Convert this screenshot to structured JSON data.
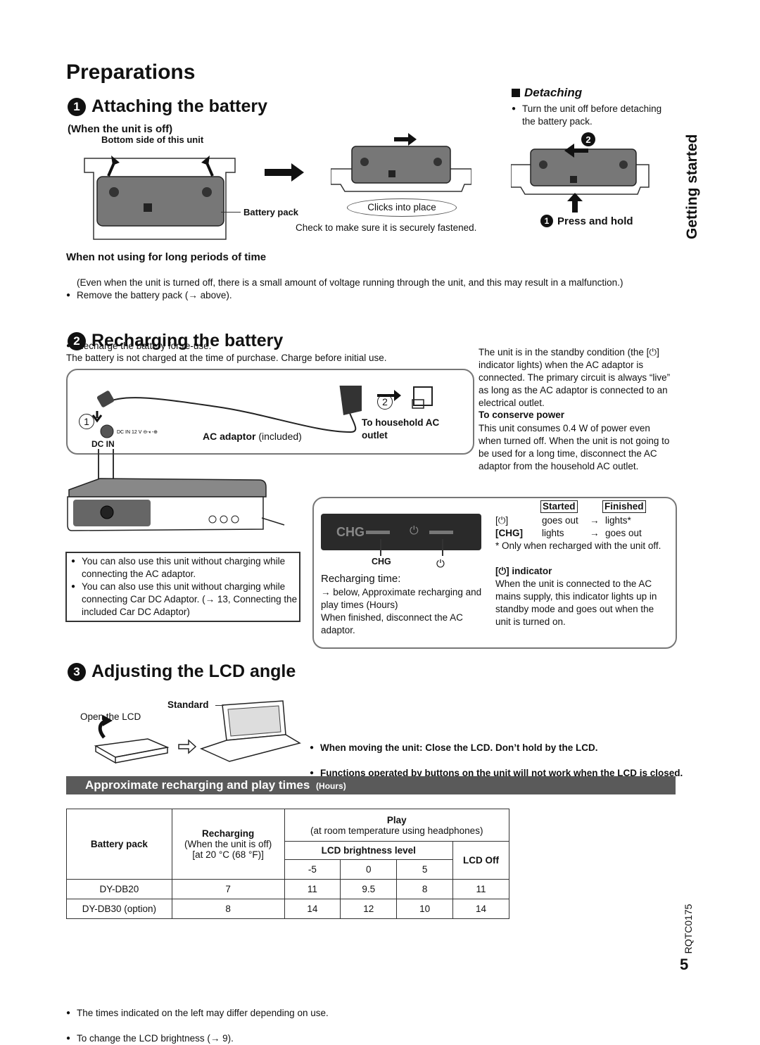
{
  "page_title": "Preparations",
  "s1": {
    "num": "1",
    "title": "Attaching the battery",
    "when_off": "(When the unit is off)",
    "bottom_side": "Bottom side of this unit",
    "battery_pack": "Battery pack",
    "clicks": "Clicks into place",
    "check": "Check to make sure it is securely fastened.",
    "detaching_title": "Detaching",
    "detaching_text": "Turn the unit off before detaching the battery pack.",
    "step_2": "2",
    "step_1": "1",
    "press_hold": "Press and hold",
    "not_using_title": "When not using for long periods of time",
    "not_using_1": "Remove the battery pack (→ above).",
    "not_using_note": "(Even when the unit is turned off, there is a small amount of voltage running through the unit, and this may result in a malfunction.)",
    "not_using_2": "Recharge the battery for re-use."
  },
  "side_tab": "Getting started",
  "s2": {
    "num": "2",
    "title": "Recharging the battery",
    "intro": "The battery is not charged at the time of purchase. Charge before initial use.",
    "dcin_label": "DC IN",
    "dcin_small": "DC IN 12 V",
    "circle_1": "1",
    "circle_2": "2",
    "ac_adaptor_bold": "AC adaptor",
    "ac_adaptor_rest": " (included)",
    "household_outlet": "To household AC outlet",
    "standby_text": "The unit is in the standby condition (the [⏻] indicator lights) when the AC adaptor is connected. The primary circuit is always “live” as long as the AC adaptor is connected to an electrical outlet.",
    "conserve_title": "To conserve power",
    "conserve_text": "This unit consumes 0.4 W of power even when turned off. When the unit is not going to be used for a long time, disconnect the AC adaptor from the household AC outlet.",
    "chg_panel": "CHG",
    "chg_label": "CHG",
    "power_symbol": "⏻",
    "recharging_time_title": "Recharging time:",
    "recharging_time_text": "→ below, Approximate recharging and play times (Hours)",
    "when_finished": "When finished, disconnect the AC adaptor.",
    "started": "Started",
    "finished": "Finished",
    "row1_label": "[⏻]",
    "row1_started": "goes out",
    "row1_arrow": "→",
    "row1_finished": "lights*",
    "row2_label": "[CHG]",
    "row2_started": "lights",
    "row2_arrow": "→",
    "row2_finished": "goes out",
    "footnote": "* Only when recharged with the unit off.",
    "indicator_title": "[⏻] indicator",
    "indicator_text": "When the unit is connected to the AC mains supply, this indicator lights up in standby mode and goes out when the unit is turned on.",
    "note_1": "You can also use this unit without charging while connecting the AC adaptor.",
    "note_2": "You can also use this unit without charging while connecting Car DC Adaptor. (→ 13, Connecting the included Car DC Adaptor)"
  },
  "s3": {
    "num": "3",
    "title": "Adjusting the LCD angle",
    "open_lcd": "Open the LCD",
    "standard": "Standard",
    "bullet_1": "When moving the unit: Close the LCD. Don’t hold by the LCD.",
    "bullet_2": "Functions operated by buttons on the unit will not work when the LCD is closed."
  },
  "band": {
    "title": "Approximate recharging and play times",
    "unit": "(Hours)"
  },
  "table": {
    "h_battery": "Battery pack",
    "h_recharging": "Recharging",
    "h_recharging_sub1": "(When the unit is off)",
    "h_recharging_sub2": "[at 20 °C (68 °F)]",
    "h_play": "Play",
    "h_play_sub": "(at room temperature using headphones)",
    "h_lcd": "LCD brightness level",
    "h_lcd_off": "LCD Off",
    "levels": [
      "-5",
      "0",
      "5"
    ],
    "rows": [
      {
        "pack": "DY-DB20",
        "recharge": "7",
        "v1": "11",
        "v2": "9.5",
        "v3": "8",
        "off": "11"
      },
      {
        "pack": "DY-DB30 (option)",
        "recharge": "8",
        "v1": "14",
        "v2": "12",
        "v3": "10",
        "off": "14"
      }
    ]
  },
  "footer": {
    "note_1": "The times indicated on the left may differ depending on use.",
    "note_2": "To change the LCD brightness (→ 9).",
    "code": "RQTC0175",
    "page_number": "5"
  }
}
